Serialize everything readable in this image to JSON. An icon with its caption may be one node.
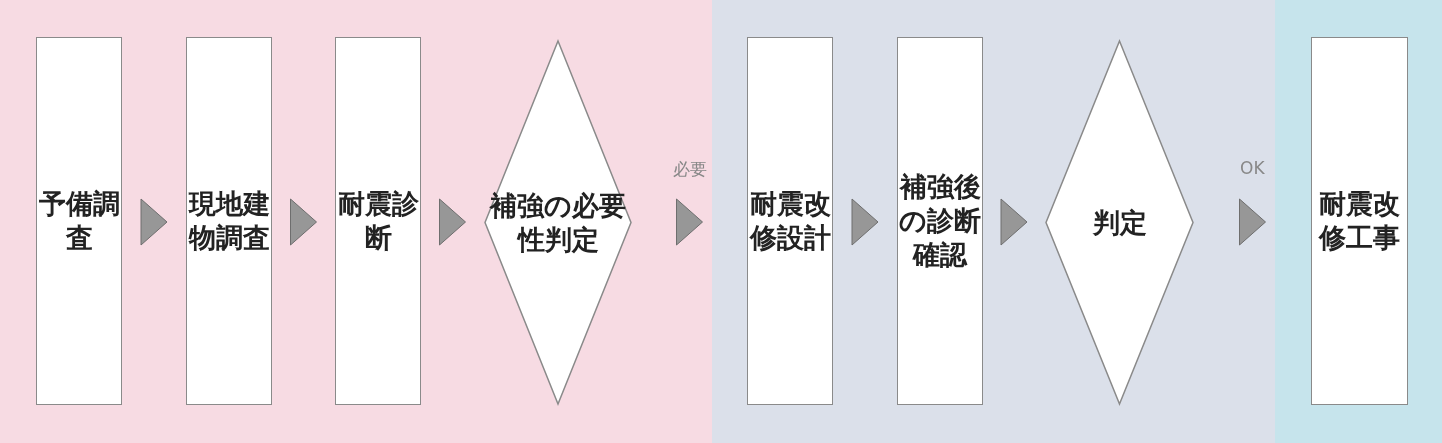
{
  "diagram": {
    "nodes": [
      {
        "text": [
          "予備調査"
        ]
      },
      {
        "text": [
          "現地建物調査"
        ]
      },
      {
        "text": [
          "耐震診断"
        ]
      },
      {
        "text": [
          "補強の必要性判定"
        ]
      },
      {
        "text": [
          "耐震改修設計"
        ]
      },
      {
        "text": [
          "補強後の診断確認"
        ]
      },
      {
        "text": [
          "判定"
        ]
      },
      {
        "text": [
          "耐震改修工事"
        ]
      }
    ],
    "edges": [
      {
        "from": 0,
        "to": 1,
        "arrow": "to"
      },
      {
        "from": 1,
        "to": 2,
        "arrow": "to"
      },
      {
        "from": 2,
        "to": 3,
        "arrow": "to"
      },
      {
        "from": 3,
        "to": 4,
        "arrow": "to",
        "label": "必要"
      },
      {
        "from": 4,
        "to": 5,
        "arrow": "to"
      },
      {
        "from": 5,
        "to": 6,
        "arrow": "to"
      },
      {
        "from": 6,
        "to": 7,
        "arrow": "to",
        "label": "OK"
      }
    ]
  }
}
